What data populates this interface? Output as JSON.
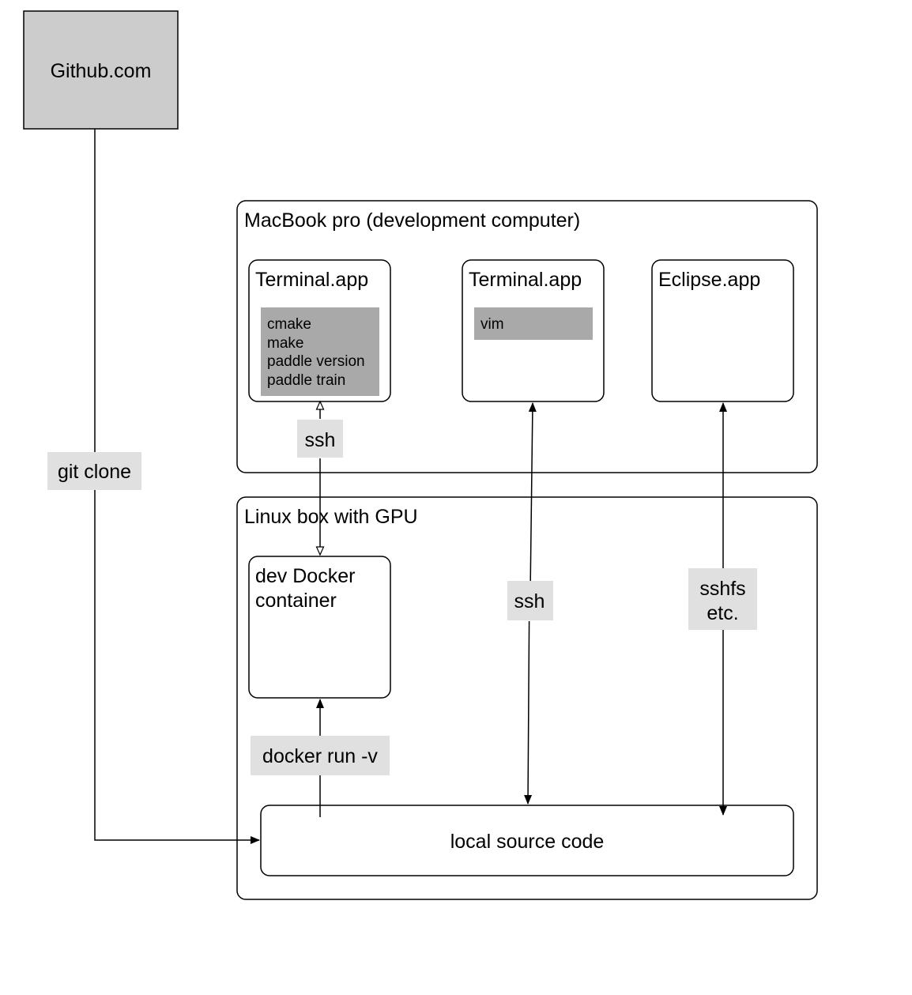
{
  "nodes": {
    "github": {
      "label": "Github.com"
    },
    "macbook": {
      "title": "MacBook pro (development computer)"
    },
    "terminal_1": {
      "title": "Terminal.app",
      "commands": [
        "cmake",
        "make",
        "paddle version",
        "paddle train"
      ]
    },
    "terminal_2": {
      "title": "Terminal.app",
      "commands": [
        "vim"
      ]
    },
    "eclipse": {
      "title": "Eclipse.app"
    },
    "linux_box": {
      "title": "Linux box with GPU"
    },
    "docker": {
      "title_lines": [
        "dev Docker",
        "container"
      ]
    },
    "source": {
      "label": "local source code"
    }
  },
  "edges": {
    "git_clone": {
      "label": "git clone"
    },
    "ssh_docker": {
      "label": "ssh"
    },
    "ssh_vim": {
      "label": "ssh"
    },
    "sshfs": {
      "label_lines": [
        "sshfs",
        "etc."
      ]
    },
    "docker_run": {
      "label": "docker run -v"
    }
  },
  "colors": {
    "github_fill": "#cccccc",
    "command_fill": "#a9a9a9",
    "edge_label_fill": "#e0e0e0",
    "stroke": "#000000"
  }
}
